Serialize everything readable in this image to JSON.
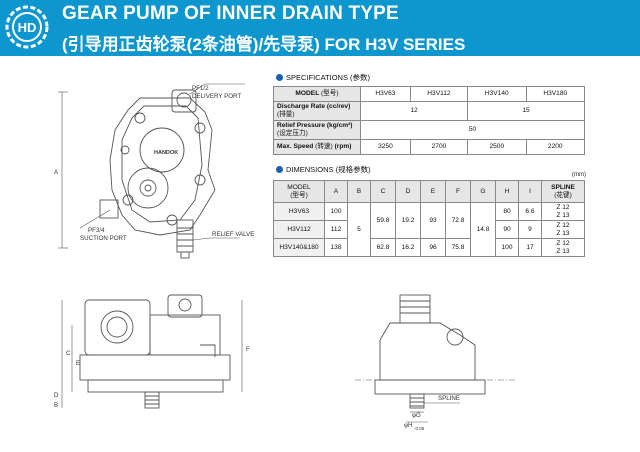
{
  "header": {
    "logo_text": "HD",
    "title_line1": "GEAR PUMP OF INNER DRAIN TYPE",
    "title_line2": "(引导用正齿轮泵(2条油管)/先导泵) FOR H3V SERIES"
  },
  "colors": {
    "header_bg": "#0e96cf",
    "bullet": "#1a5fb4"
  },
  "drawing_labels": {
    "pf12": "PF1/2",
    "delivery": "DELIVERY PORT",
    "pf34": "PF3/4",
    "suction": "SUCTION PORT",
    "relief": "RELIEF VALVE",
    "brand": "HANDOK",
    "dim_a": "A",
    "dim_b": "B",
    "dim_c": "C",
    "dim_d": "D",
    "dim_e": "E",
    "dim_f": "F",
    "spline": "SPLINE",
    "phi_g": "φG",
    "phi_h": "φH",
    "tol": "-0.05"
  },
  "specifications": {
    "title": "SPECIFICATIONS",
    "title_cn": "(参数)",
    "model_header": "MODEL",
    "model_header_cn": "(型号)",
    "models": [
      "H3V63",
      "H3V112",
      "H3V140",
      "H3V180"
    ],
    "rows": [
      {
        "label": "Discharge Rate (cc/rev)",
        "label_cn": "(排量)",
        "values": [
          "12",
          "15"
        ]
      },
      {
        "label": "Relief Pressure (kg/cm²)",
        "label_cn": "(设定压力)",
        "values": [
          "50"
        ]
      },
      {
        "label": "Max. Speed",
        "label_cn": "(转速)",
        "unit": "(rpm)",
        "values": [
          "3250",
          "2700",
          "2500",
          "2200"
        ]
      }
    ]
  },
  "dimensions": {
    "title": "DIMENSIONS",
    "title_cn": "(规格参数)",
    "unit": "(mm)",
    "headers": {
      "model": "MODEL",
      "model_cn": "(型号)",
      "cols": [
        "A",
        "B",
        "C",
        "D",
        "E",
        "F",
        "G",
        "H",
        "I"
      ],
      "spline": "SPLINE",
      "spline_cn": "(花键)"
    },
    "rows": [
      {
        "model": "H3V63",
        "A": "100",
        "H": "80",
        "I": "6.6",
        "spline": [
          "Z 12",
          "Z 13"
        ]
      },
      {
        "model": "H3V112",
        "A": "112",
        "H": "90",
        "I": "9",
        "spline": [
          "Z 12",
          "Z 13"
        ]
      },
      {
        "model": "H3V140&180",
        "A": "138",
        "H": "100",
        "I": "17",
        "spline": [
          "Z 12",
          "Z 13"
        ]
      }
    ],
    "merged": {
      "B": "5",
      "G": "14.8",
      "group1": {
        "C": "59.8",
        "D": "19.2",
        "E": "93",
        "F": "72.8"
      },
      "group2": {
        "C": "62.8",
        "D": "16.2",
        "E": "96",
        "F": "75.8"
      }
    }
  }
}
